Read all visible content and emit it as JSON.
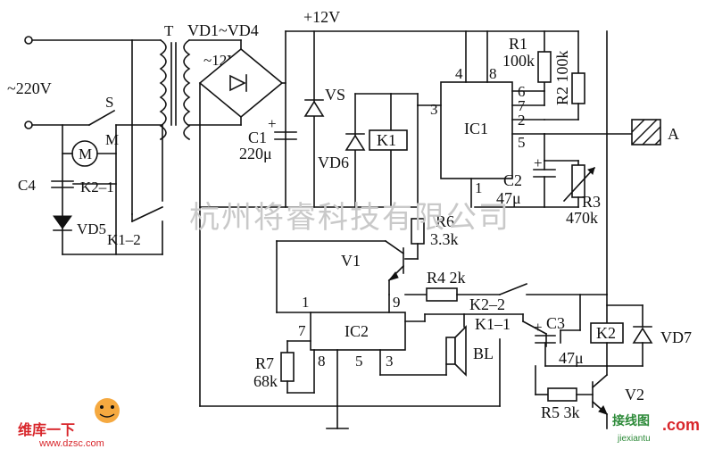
{
  "labels": {
    "ac_input": "~220V",
    "switch_s": "S",
    "transformer_t": "T",
    "bridge": "VD1~VD4",
    "secondary_voltage": "~12V",
    "supply_rail": "+12V",
    "motor_ref": "M",
    "motor_symbol": "M",
    "c4": "C4",
    "k2_1": "K2–1",
    "vd5": "VD5",
    "k1_2": "K1–2",
    "c1": "C1",
    "c1_value": "220μ",
    "vs": "VS",
    "vd6": "VD6",
    "k1": "K1",
    "ic1": "IC1",
    "ic1_pin4": "4",
    "ic1_pin8": "8",
    "ic1_pin3": "3",
    "ic1_pin6": "6",
    "ic1_pin7": "7",
    "ic1_pin2": "2",
    "ic1_pin5": "5",
    "ic1_pin1": "1",
    "r1": "R1",
    "r1_value": "100k",
    "r2": "R2 100k",
    "sensor_a": "A",
    "c2": "C2",
    "c2_value": "47μ",
    "r3": "R3",
    "r3_value": "470k",
    "r6": "R6",
    "r6_value": "3.3k",
    "v1": "V1",
    "ic2": "IC2",
    "ic2_pin1": "1",
    "ic2_pin9": "9",
    "ic2_pin7": "7",
    "ic2_pin8": "8",
    "ic2_pin5": "5",
    "ic2_pin3": "3",
    "r4": "R4 2k",
    "k2_2": "K2–2",
    "k1_1": "K1–1",
    "bl": "BL",
    "c3": "C3",
    "c3_value": "47μ",
    "k2": "K2",
    "vd7": "VD7",
    "r7": "R7",
    "r7_value": "68k",
    "r5": "R5 3k",
    "v2": "V2"
  },
  "watermarks": {
    "company": "杭州将睿科技有限公司",
    "site_left_title": "维库一下",
    "site_left_url": "www.dzsc.com",
    "site_right_title": "接线图",
    "site_right_url": "jiexiantu",
    "site_right_suffix": ".com"
  },
  "colors": {
    "ink": "#111111",
    "watermark_gray": "#c9c9c9",
    "logo_red": "#d8262b",
    "logo_orange": "#f39a1e",
    "logo_green": "#2e8b3a"
  }
}
